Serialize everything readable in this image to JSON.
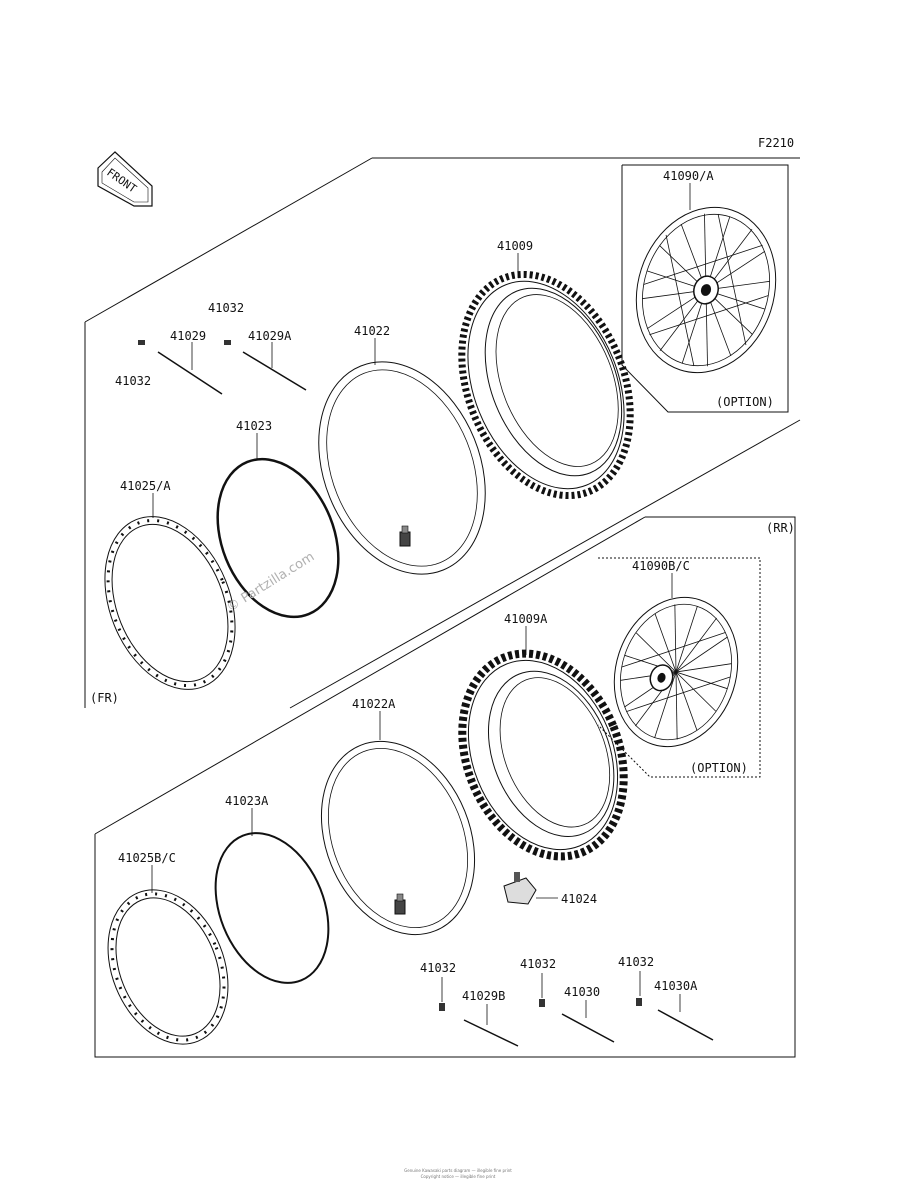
{
  "figure_code": "F2210",
  "front_label": "FRONT",
  "fr_label": "(FR)",
  "rr_label": "(RR)",
  "option_top": "(OPTION)",
  "option_bottom": "(OPTION)",
  "watermark": "© Partzilla.com",
  "footer_line1": "Genuine Kawasaki parts diagram — illegible fine print",
  "footer_line2": "Copyright notice — illegible fine print",
  "parts": {
    "p41090A": "41090/A",
    "p41009": "41009",
    "p41032_top": "41032",
    "p41029": "41029",
    "p41029A": "41029A",
    "p41022": "41022",
    "p41032_left": "41032",
    "p41023": "41023",
    "p41025A": "41025/A",
    "p41090BC": "41090B/C",
    "p41009A": "41009A",
    "p41022A": "41022A",
    "p41023A": "41023A",
    "p41025BC": "41025B/C",
    "p41024": "41024",
    "p41032_b1": "41032",
    "p41032_b2": "41032",
    "p41032_b3": "41032",
    "p41029B": "41029B",
    "p41030": "41030",
    "p41030A": "41030A"
  },
  "icons": {
    "front_arrow": "front-arrow-icon",
    "valve": "valve-stem-icon",
    "rim_band": "rim-band-icon"
  }
}
